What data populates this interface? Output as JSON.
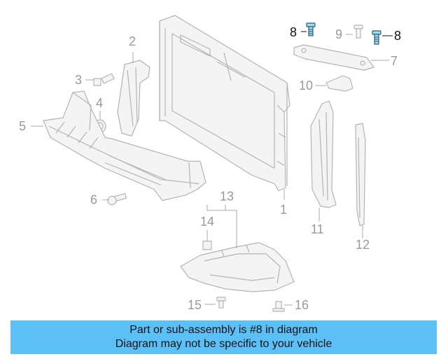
{
  "diagram": {
    "callouts": [
      "1",
      "2",
      "3",
      "4",
      "5",
      "6",
      "7",
      "8",
      "8",
      "9",
      "10",
      "11",
      "12",
      "13",
      "14",
      "15",
      "16"
    ],
    "highlighted_part": "8",
    "highlight_color": "#9edcee"
  },
  "banner": {
    "line1": "Part or sub-assembly is #8 in diagram",
    "line2": "Diagram may not be specific to your vehicle",
    "background": "#5bc0f5"
  }
}
